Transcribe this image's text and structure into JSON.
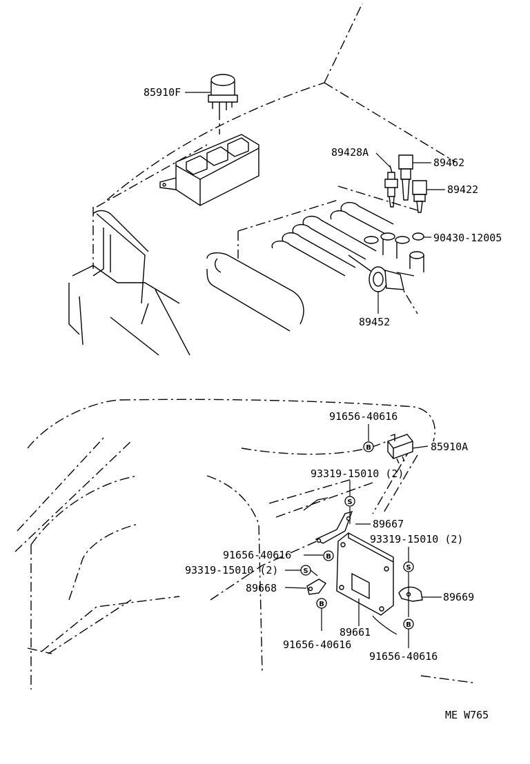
{
  "labels": {
    "relay_top": "85910F",
    "switch_89428A": "89428A",
    "sensor_89462": "89462",
    "sensor_89422": "89422",
    "gasket": "90430-12005",
    "throttle_sensor": "89452",
    "bolt_top": "91656-40616",
    "relay_bottom": "85910A",
    "screw_upper": "93319-15010 (2)",
    "bracket_89667": "89667",
    "screw_right": "93319-15010 (2)",
    "bolt_left": "91656-40616",
    "screw_left": "93319-15010 (2)",
    "bracket_89668": "89668",
    "bracket_89669": "89669",
    "ecu": "89661",
    "bolt_bottom_left": "91656-40616",
    "bolt_bottom_right": "91656-40616",
    "figure_code": "ME W765"
  },
  "symbols": {
    "bolt": "B",
    "screw": "S"
  }
}
